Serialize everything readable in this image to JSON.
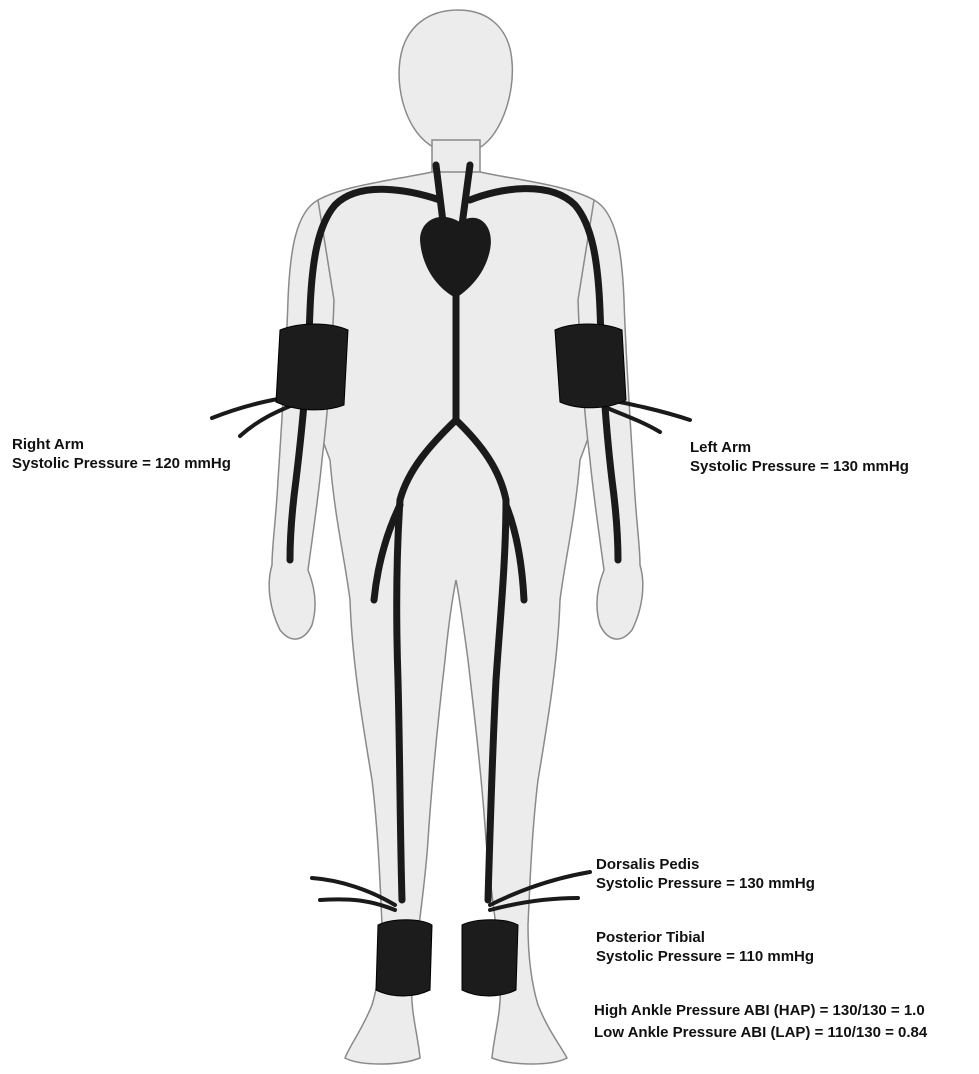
{
  "colors": {
    "body_fill": "#ececec",
    "body_outline": "#8a8a8a",
    "artery": "#1a1a1a",
    "cuff": "#1c1c1c",
    "text": "#111111"
  },
  "labels": {
    "right_arm": {
      "title": "Right Arm",
      "pressure": "Systolic Pressure = 120 mmHg"
    },
    "left_arm": {
      "title": "Left Arm",
      "pressure": "Systolic Pressure = 130 mmHg"
    },
    "dorsalis_pedis": {
      "title": "Dorsalis Pedis",
      "pressure": "Systolic Pressure = 130 mmHg"
    },
    "posterior_tibial": {
      "title": "Posterior Tibial",
      "pressure": "Systolic Pressure = 110 mmHg"
    },
    "abi": {
      "high": "High Ankle Pressure ABI (HAP) = 130/130 = 1.0",
      "low": "Low Ankle Pressure ABI (LAP) = 110/130 = 0.84"
    }
  }
}
